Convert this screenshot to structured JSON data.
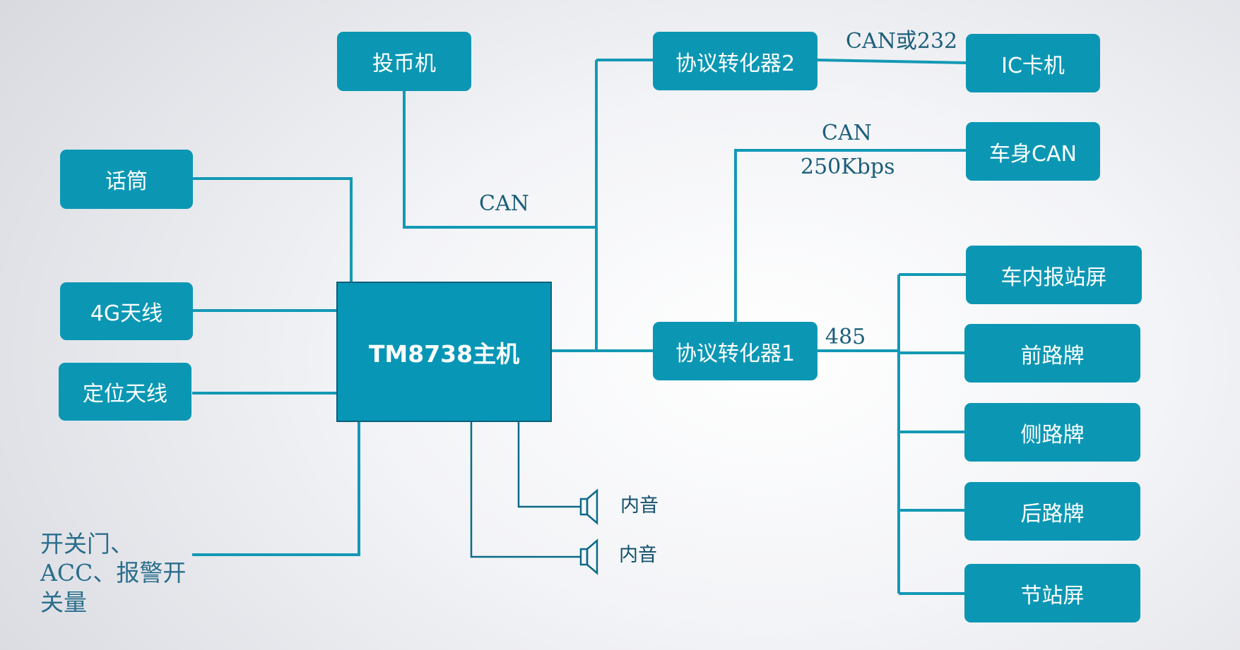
{
  "host": {
    "label": "TM8738主机"
  },
  "left_devices": {
    "microphone": "话筒",
    "antenna_4g": "4G天线",
    "gps_antenna": "定位天线"
  },
  "top_devices": {
    "coin_machine": "投币机"
  },
  "converters": {
    "converter2": "协议转化器2",
    "converter1": "协议转化器1"
  },
  "right_devices": {
    "ic_card": "IC卡机",
    "body_can": "车身CAN",
    "displays": [
      "车内报站屏",
      "前路牌",
      "侧路牌",
      "后路牌",
      "节站屏"
    ]
  },
  "speakers": [
    "内音",
    "内音"
  ],
  "labels": {
    "can_main": "CAN",
    "can_or_232": "CAN或232",
    "can_body_line1": "CAN",
    "can_body_line2": "250Kbps",
    "rs485": "485",
    "switch_inputs": "开关门、ACC、报警开关量"
  },
  "colors": {
    "box_fill": "#0b97b4",
    "line": "#1399b5",
    "dark_line": "#0a5f7a",
    "text": "#1b5e7a"
  }
}
